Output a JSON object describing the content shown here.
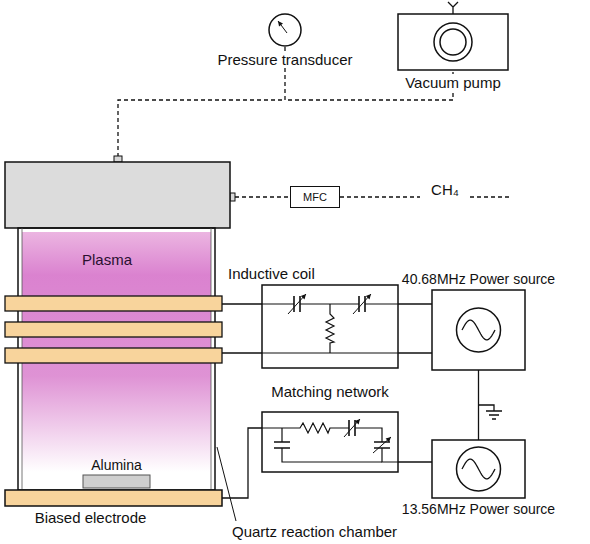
{
  "diagram": {
    "nodes": [
      {
        "text": [
          "Pressure transducer"
        ]
      },
      {
        "text": [
          "Vacuum pump"
        ]
      },
      {
        "text": [
          "MFC"
        ]
      },
      {
        "text": [
          "40.68MHz Power source"
        ]
      },
      {
        "text": [
          "Matching network"
        ]
      },
      {
        "text": [
          "Alumina"
        ]
      },
      {
        "text": [
          "Biased electrode"
        ]
      },
      {
        "text": [
          "13.56MHz Power source"
        ]
      }
    ],
    "edges": [
      {
        "from": 0,
        "to": 1,
        "arrow": "none"
      },
      {
        "from": 4,
        "to": 3,
        "arrow": "none"
      },
      {
        "from": 4,
        "to": 3,
        "arrow": "none"
      },
      {
        "from": 3,
        "to": 7,
        "arrow": "none"
      }
    ],
    "labels": [
      "CH₄",
      "Plasma",
      "Inductive coil",
      "Quartz reaction chamber"
    ]
  }
}
